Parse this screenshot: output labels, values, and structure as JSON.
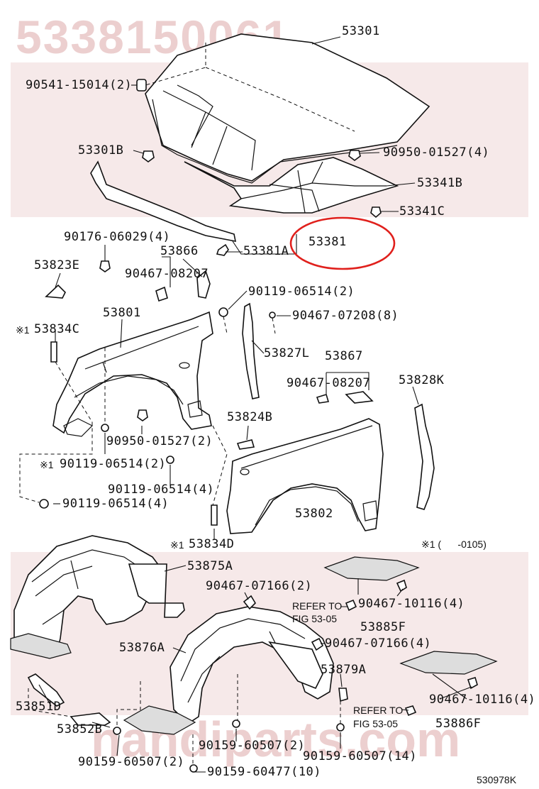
{
  "watermark": {
    "part_number": "5338150061",
    "site": "nahdiparts.com"
  },
  "diagram_code": "530978K",
  "labels": {
    "p53301": "53301",
    "p90541": "90541-15014(2)",
    "p53301b": "53301B",
    "p90950_top": "90950-01527(4)",
    "p53341b": "53341B",
    "p53341c": "53341C",
    "p90176": "90176-06029(4)",
    "p53866": "53866",
    "p53381a": "53381A",
    "p53381": "53381",
    "p53823e": "53823E",
    "p90467_08207a": "90467-08207",
    "p90119_top": "90119-06514(2)",
    "p53801": "53801",
    "p90467_07208": "90467-07208(8)",
    "note_mark1": "※1",
    "p53834c": "53834C",
    "p53827l": "53827L",
    "p53867": "53867",
    "p90467_08207b": "90467-08207",
    "p53828k": "53828K",
    "p53824b": "53824B",
    "p90950_mid": "90950-01527(2)",
    "note_mark2": "※1",
    "p90119_mid": "90119-06514(2)",
    "p90119_mid2": "90119-06514(4)",
    "p90119_low": "90119-06514(4)",
    "p53802": "53802",
    "note_mark3": "※1",
    "p53834d": "53834D",
    "footnote": "※1 (      -0105)",
    "p53875a": "53875A",
    "p90467_07166a": "90467-07166(2)",
    "refer_a1": "REFER TO",
    "refer_a2": "FIG 53-05",
    "p90467_10116a": "90467-10116(4)",
    "p53885f": "53885F",
    "p53876a": "53876A",
    "p90467_07166b": "90467-07166(4)",
    "p53879a": "53879A",
    "p53851d": "53851D",
    "refer_b1": "REFER TO",
    "refer_b2": "FIG 53-05",
    "p90467_10116b": "90467-10116(4)",
    "p53852b": "53852B",
    "p53886f": "53886F",
    "p90159_60507a": "90159-60507(2)",
    "p90159_60507b": "90159-60507(2)",
    "p90159_60507c": "90159-60507(14)",
    "p90159_60477": "90159-60477(10)"
  },
  "colors": {
    "highlight_circle": "#e0201c",
    "watermark_band": "#f6e9e9",
    "watermark_text": "#eccfcf"
  }
}
